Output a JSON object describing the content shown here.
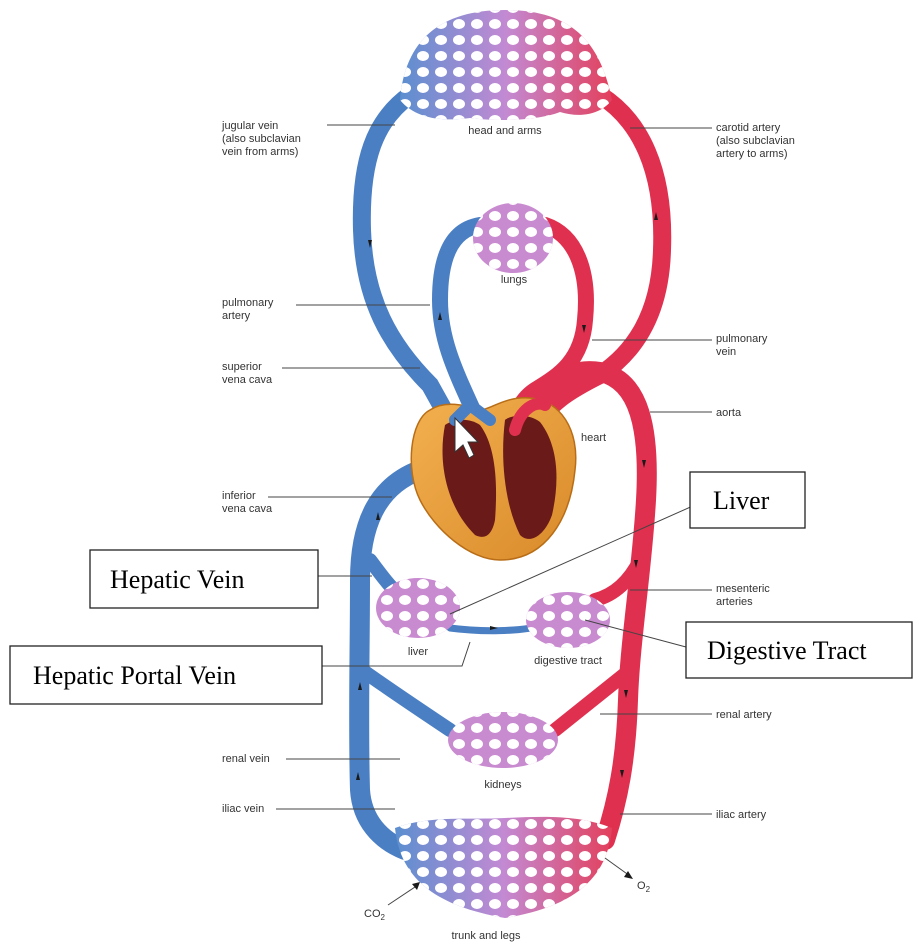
{
  "labels": {
    "head_and_arms": "head and arms",
    "jugular_vein": [
      "jugular vein",
      "(also subclavian",
      "vein from arms)"
    ],
    "carotid_artery": [
      "carotid artery",
      "(also subclavian",
      "artery to arms)"
    ],
    "lungs": "lungs",
    "pulmonary_artery": [
      "pulmonary",
      "artery"
    ],
    "pulmonary_vein": [
      "pulmonary",
      "vein"
    ],
    "superior_vena_cava": [
      "superior",
      "vena cava"
    ],
    "aorta": "aorta",
    "heart": "heart",
    "inferior_vena_cava": [
      "inferior",
      "vena cava"
    ],
    "mesenteric_arteries": [
      "mesenteric",
      "arteries"
    ],
    "liver": "liver",
    "digestive_tract": "digestive tract",
    "renal_artery": "renal artery",
    "renal_vein": "renal vein",
    "kidneys": "kidneys",
    "iliac_vein": "iliac vein",
    "iliac_artery": "iliac artery",
    "co2": "CO",
    "co2_sub": "2",
    "o2": "O",
    "o2_sub": "2",
    "trunk_and_legs": "trunk and legs"
  },
  "callouts": {
    "liver": "Liver",
    "hepatic_vein": "Hepatic Vein",
    "hepatic_portal_vein": "Hepatic Portal Vein",
    "digestive_tract": "Digestive Tract"
  },
  "colors": {
    "vein": "#4a7fc4",
    "artery": "#e0304f",
    "capillary": "#c98bd0",
    "heart_wall": "#f0a441",
    "heart_chamber": "#6b1a1a"
  }
}
